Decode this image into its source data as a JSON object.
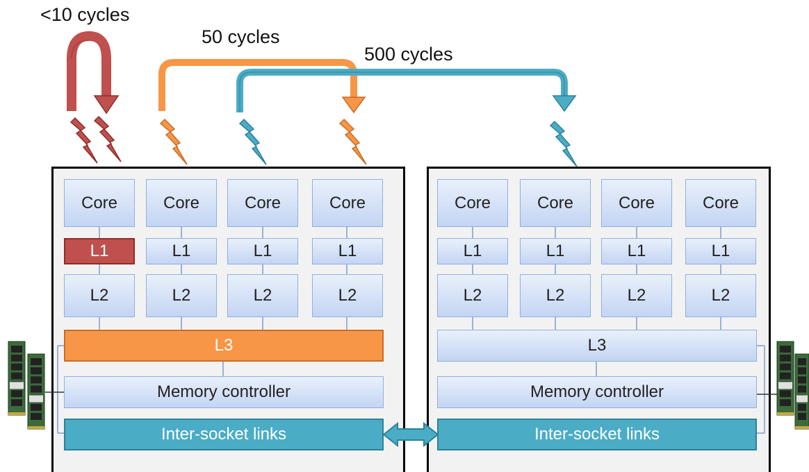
{
  "latency_labels": {
    "local": "<10 cycles",
    "same_socket": "50 cycles",
    "cross_socket": "500 cycles"
  },
  "colors": {
    "local": "#c0504d",
    "same_socket": "#f79646",
    "cross_socket": "#4bacc6",
    "cache_blue": "#c6d9f1",
    "socket_bg": "#f2f2f2"
  },
  "sockets": [
    {
      "cores": [
        {
          "core": "Core",
          "l1": "L1",
          "l2": "L2"
        },
        {
          "core": "Core",
          "l1": "L1",
          "l2": "L2"
        },
        {
          "core": "Core",
          "l1": "L1",
          "l2": "L2"
        },
        {
          "core": "Core",
          "l1": "L1",
          "l2": "L2"
        }
      ],
      "l3": "L3",
      "memory_controller": "Memory controller",
      "links": "Inter-socket  links"
    },
    {
      "cores": [
        {
          "core": "Core",
          "l1": "L1",
          "l2": "L2"
        },
        {
          "core": "Core",
          "l1": "L1",
          "l2": "L2"
        },
        {
          "core": "Core",
          "l1": "L1",
          "l2": "L2"
        },
        {
          "core": "Core",
          "l1": "L1",
          "l2": "L2"
        }
      ],
      "l3": "L3",
      "memory_controller": "Memory controller",
      "links": "Inter-socket  links"
    }
  ],
  "icons": [
    "memory-module-icon",
    "lightning-bolt-icon",
    "double-arrow-icon"
  ]
}
